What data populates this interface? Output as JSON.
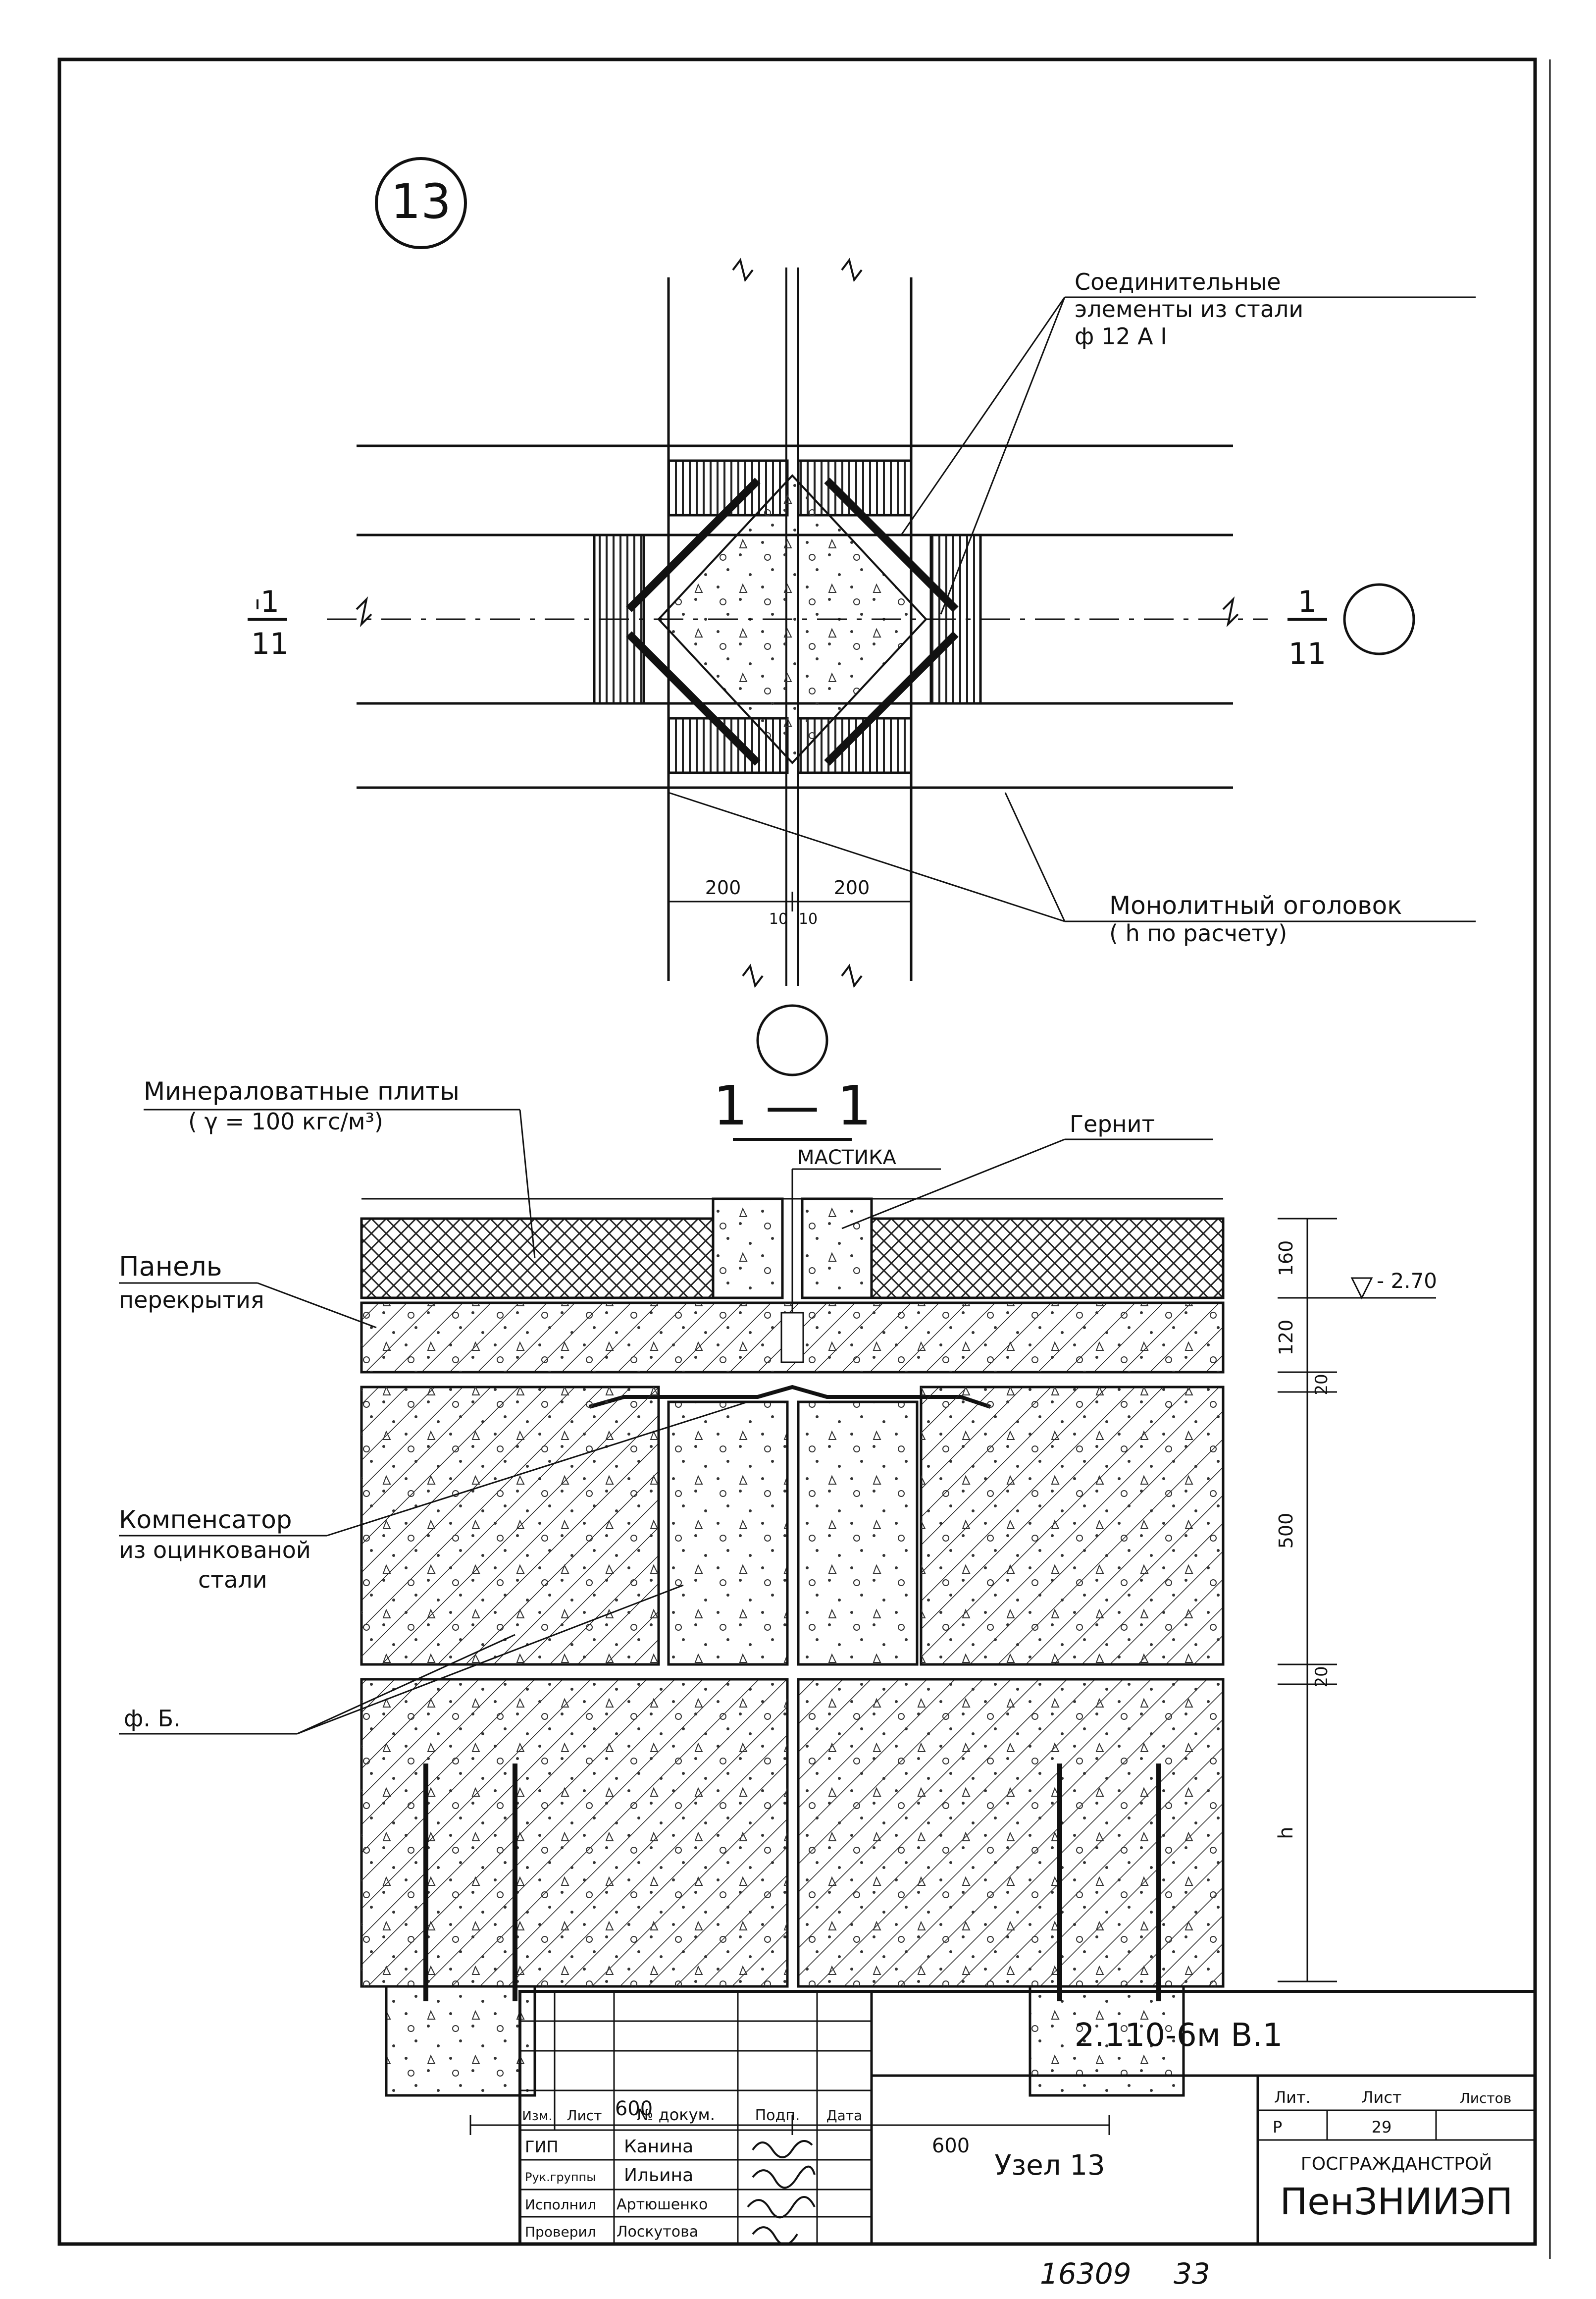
{
  "node_badge": "13",
  "plan": {
    "connector_label": [
      "Соединительные",
      "элементы   из стали",
      "ф 12 А I"
    ],
    "cap_label": [
      "Монолитный  оголовок",
      "( h   по   расчету)"
    ],
    "dim_200_left": "200",
    "dim_200_right": "200",
    "dim_10_left": "10",
    "dim_10_right": "10",
    "section_marker_top": "1",
    "section_marker_bottom": "11",
    "section_marker_top_right": "1",
    "section_marker_bottom_right": "11"
  },
  "section": {
    "title": "1 — 1",
    "mineral_label": [
      "Минераловатные  плиты",
      "( γ = 100 кгс/м³)"
    ],
    "mastic_label": "МАСТИКА",
    "gernit_label": "Гернит",
    "panel_label": [
      "Панель",
      "перекрытия"
    ],
    "compensator_label": [
      "Компенсатор",
      "из  оцинкованой",
      "стали"
    ],
    "fb_label": "ф. Б.",
    "level_mark": "- 2.70",
    "dims_vertical": [
      "160",
      "120",
      "20",
      "500",
      "20",
      "h"
    ],
    "dims_horizontal": [
      "600",
      "600"
    ]
  },
  "title_block": {
    "doc_code": "2.110-6м    В.1",
    "drawing_title": "Узел 13",
    "header_cols": [
      "Изм.",
      "Лист",
      "№ докум.",
      "Подп.",
      "Дата"
    ],
    "roles": [
      {
        "role": "ГИП",
        "name": "Канина"
      },
      {
        "role": "Рук.группы",
        "name": "Ильина"
      },
      {
        "role": "Исполнил",
        "name": "Артюшенко"
      },
      {
        "role": "Проверил",
        "name": "Лоскутова"
      }
    ],
    "lit_header": "Лит.",
    "list_header": "Лист",
    "listov_header": "Листов",
    "lit_value": "Р",
    "list_value": "29",
    "org_top": "ГОСГРАЖДАНСТРОЙ",
    "org_name": "ПенЗНИИЭП"
  },
  "footer_numbers": [
    "16309",
    "33"
  ]
}
